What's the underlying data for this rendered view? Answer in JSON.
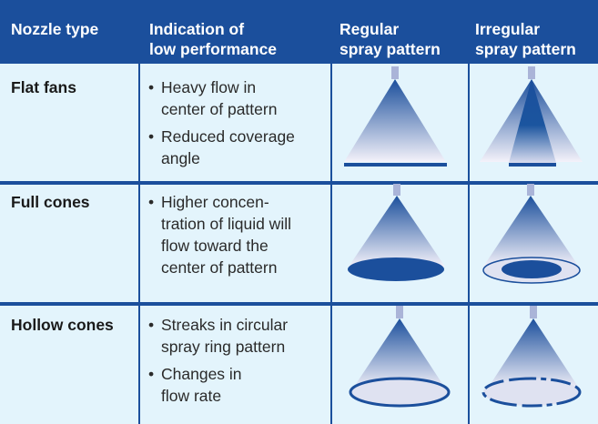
{
  "headers": [
    "Nozzle type",
    "Indication of\nlow performance",
    "Regular\nspray pattern",
    "Irregular\nspray pattern"
  ],
  "rows": [
    {
      "type": "Flat fans",
      "indications": [
        "Heavy flow in\ncenter of pattern",
        "Reduced coverage\nangle"
      ]
    },
    {
      "type": "Full cones",
      "indications": [
        "Higher concen-\ntration of liquid will\nflow toward the\ncenter of pattern"
      ]
    },
    {
      "type": "Hollow cones",
      "indications": [
        "Streaks in circular\nspray ring pattern",
        "Changes in\nflow rate"
      ]
    }
  ],
  "colors": {
    "header": "#1b4f9c",
    "background": "#e3f4fc",
    "nozzle": "#aab4d8"
  }
}
